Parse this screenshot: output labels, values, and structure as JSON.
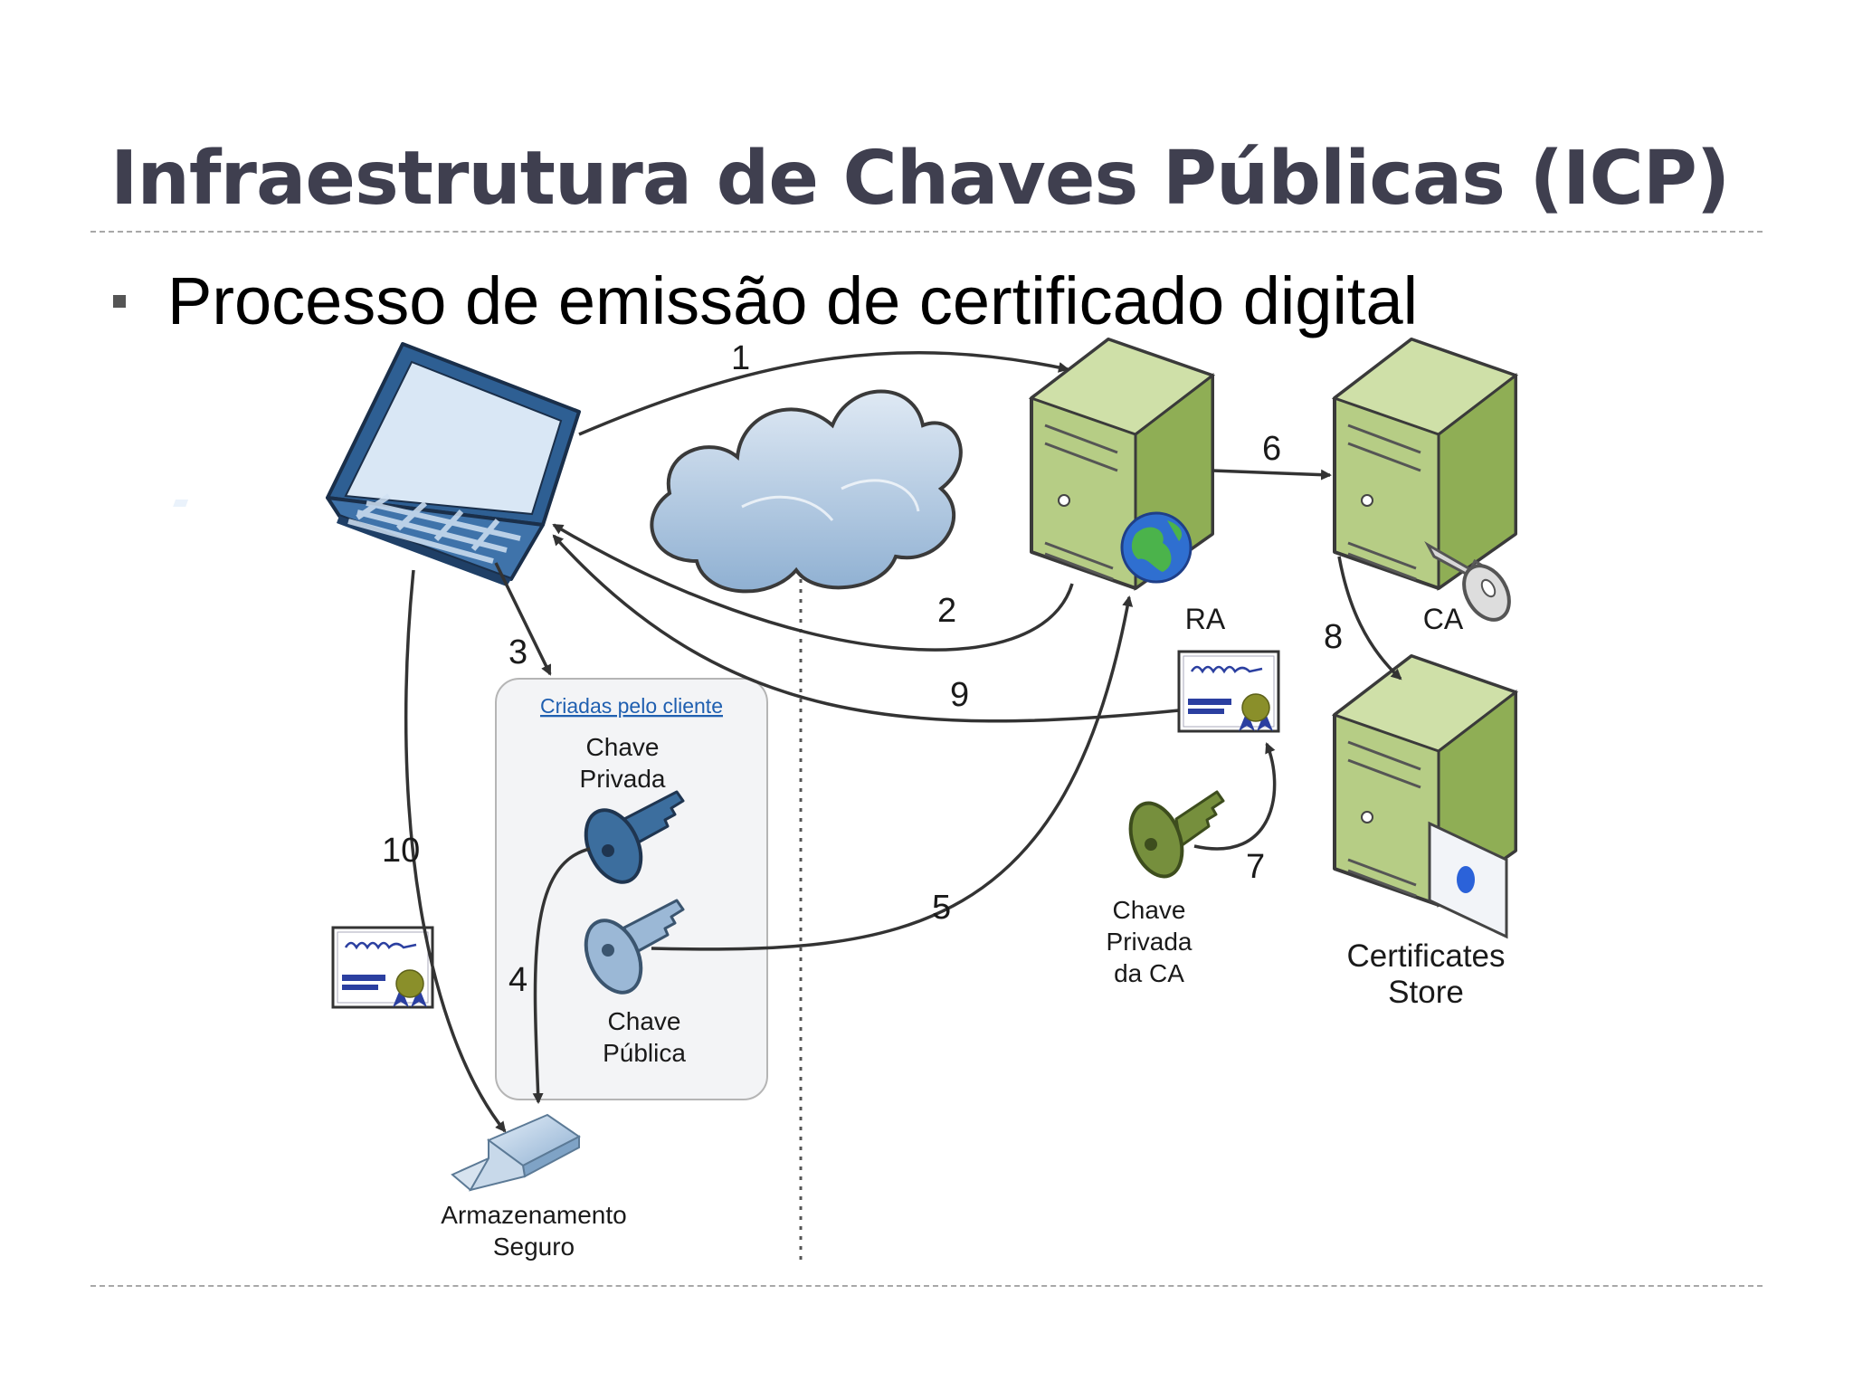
{
  "title": "Infraestrutura de Chaves Públicas (ICP)",
  "bullet": "Processo de emissão de certificado digital",
  "diagram": {
    "steps": [
      "1",
      "2",
      "3",
      "4",
      "5",
      "6",
      "7",
      "8",
      "9",
      "10"
    ],
    "client_box_title": "Criadas pelo cliente",
    "private_key_line1": "Chave",
    "private_key_line2": "Privada",
    "public_key_line1": "Chave",
    "public_key_line2": "Pública",
    "secure_storage_line1": "Armazenamento",
    "secure_storage_line2": "Seguro",
    "ra_label": "RA",
    "ca_label": "CA",
    "ca_key_line1": "Chave",
    "ca_key_line2": "Privada",
    "ca_key_line3": "da CA",
    "store_line1": "Certificates",
    "store_line2": "Store"
  },
  "colors": {
    "title": "#3f3f4f",
    "server": "#9fbd63",
    "laptop": "#3a6a9e",
    "cloud": "#a9c3de",
    "private_key": "#3c6e9e",
    "public_key": "#9bb8d6",
    "ca_key": "#768f3d"
  }
}
